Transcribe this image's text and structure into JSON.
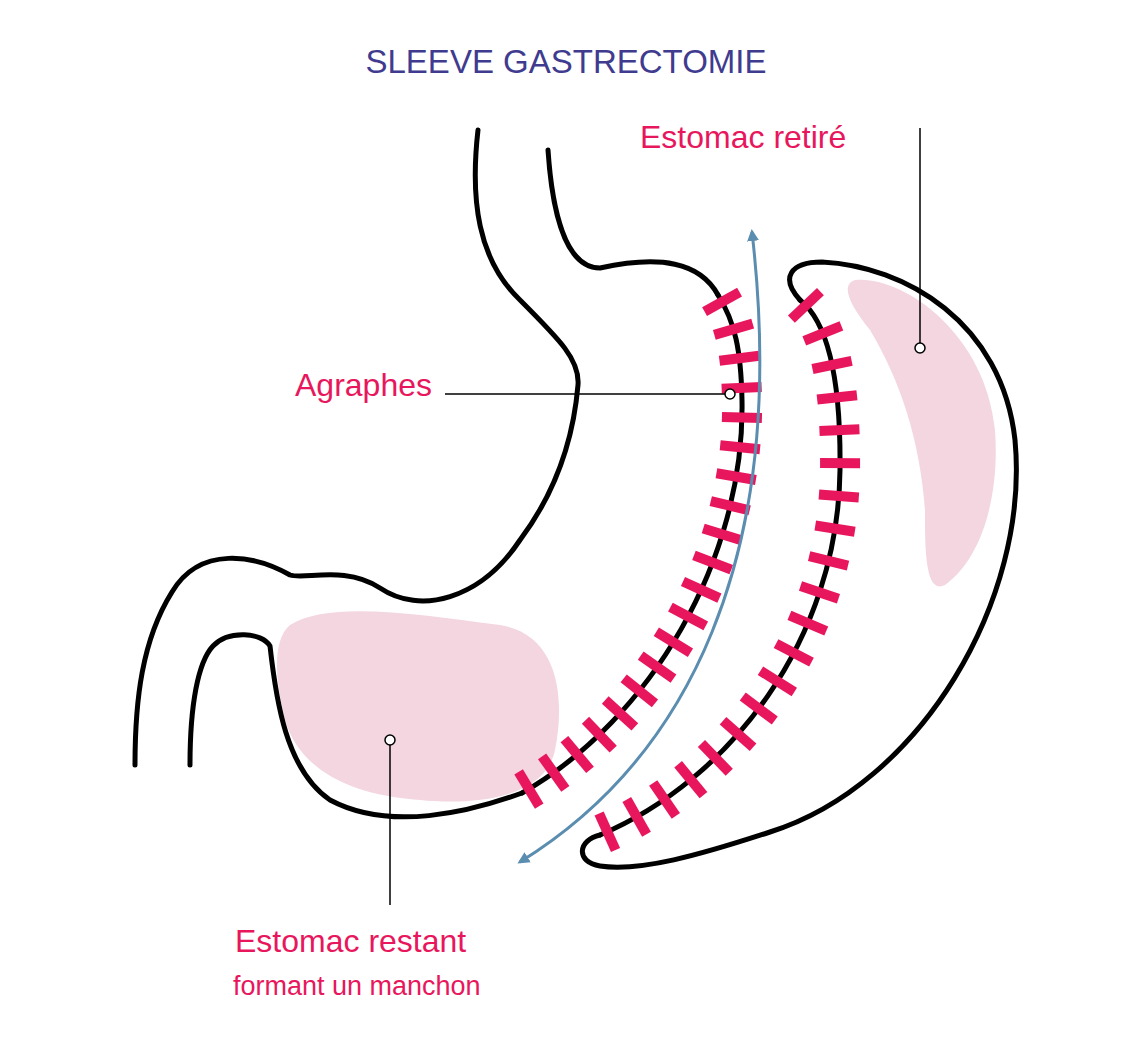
{
  "diagram": {
    "title": "SLEEVE GASTRECTOMIE",
    "labels": [
      "Estomac retiré",
      "Agraphes",
      "Estomac restant",
      "formant un manchon"
    ]
  }
}
